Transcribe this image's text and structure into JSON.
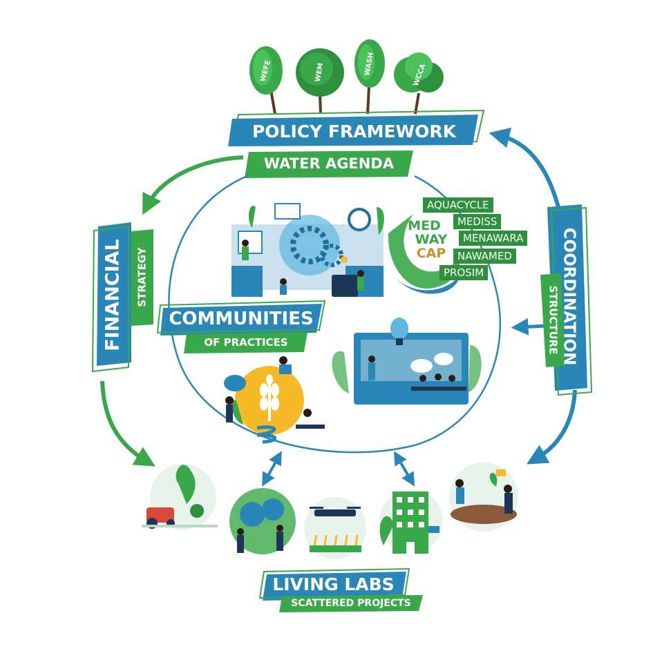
{
  "colors": {
    "blue": "#2a86b6",
    "blue_dark": "#1d6f98",
    "green": "#3aa84a",
    "green_dark": "#2e8f3c",
    "yellow": "#f6b928",
    "navy": "#1d3557"
  },
  "trees": [
    "WEFE",
    "WEM",
    "WASH",
    "WCCA"
  ],
  "policy": {
    "title": "POLICY FRAMEWORK",
    "subtitle": "WATER AGENDA"
  },
  "financial": {
    "title": "FINANCIAL",
    "subtitle": "STRATEGY"
  },
  "coordination": {
    "title": "COORDINATION",
    "subtitle": "STRUCTURE"
  },
  "communities": {
    "title": "COMMUNITIES",
    "subtitle": "OF PRACTICES"
  },
  "living_labs": {
    "title": "LIVING LABS",
    "subtitle": "SCATTERED PROJECTS"
  },
  "medwaycap": {
    "line1": "MED",
    "line2": "WAY",
    "line3": "CAP"
  },
  "projects": [
    "AQUACYCLE",
    "MEDISS",
    "MENAWARA",
    "NAWAMED",
    "PROSIM"
  ]
}
